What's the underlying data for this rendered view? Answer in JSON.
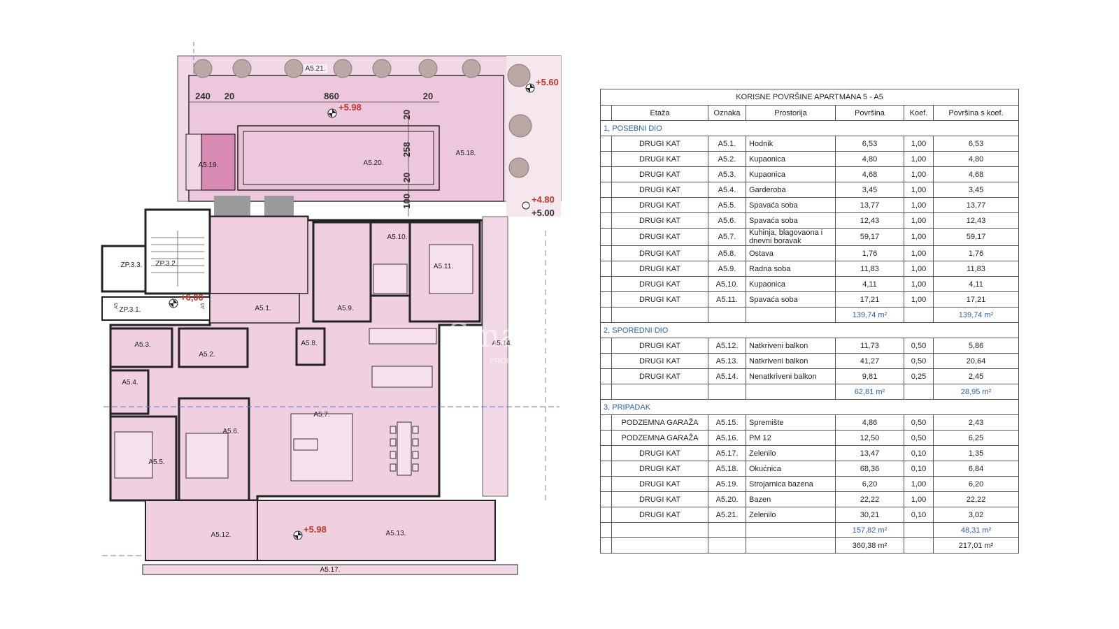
{
  "plan": {
    "rooms": [
      {
        "id": "A5.1.",
        "label": "A5.1."
      },
      {
        "id": "A5.2.",
        "label": "A5.2."
      },
      {
        "id": "A5.3.",
        "label": "A5.3."
      },
      {
        "id": "A5.4.",
        "label": "A5.4."
      },
      {
        "id": "A5.5.",
        "label": "A5.5."
      },
      {
        "id": "A5.6.",
        "label": "A5.6."
      },
      {
        "id": "A5.7.",
        "label": "A5.7."
      },
      {
        "id": "A5.8.",
        "label": "A5.8."
      },
      {
        "id": "A5.9.",
        "label": "A5.9."
      },
      {
        "id": "A5.10.",
        "label": "A5.10."
      },
      {
        "id": "A5.11.",
        "label": "A5.11."
      },
      {
        "id": "A5.12.",
        "label": "A5.12."
      },
      {
        "id": "A5.13.",
        "label": "A5.13."
      },
      {
        "id": "A5.14.",
        "label": "A5.14."
      },
      {
        "id": "A5.17.",
        "label": "A5.17."
      },
      {
        "id": "A5.18.",
        "label": "A5.18."
      },
      {
        "id": "A5.19.",
        "label": "A5.19."
      },
      {
        "id": "A5.20.",
        "label": "A5.20."
      },
      {
        "id": "A5.21.",
        "label": "A5.21."
      },
      {
        "id": "ZP.3.1.",
        "label": "ZP.3.1."
      },
      {
        "id": "ZP.3.2.",
        "label": "ZP.3.2."
      },
      {
        "id": "ZP.3.3.",
        "label": "ZP.3.3."
      }
    ],
    "dimensions": {
      "d240": "240",
      "d20a": "20",
      "d860": "860",
      "d20b": "20",
      "v20a": "20",
      "v258": "258",
      "v20b": "20",
      "v100": "100"
    },
    "elevations": {
      "e598_top": "+5.98",
      "e560": "+5.60",
      "e480": "+4.80",
      "e500": "+5.00",
      "e600": "+6,00",
      "e598_bottom": "+5.98"
    },
    "marks": {
      "a5_left": "A5",
      "a5_right": "A5"
    },
    "watermark": {
      "main": "Smart Invest",
      "sub": "PROPERTIES"
    }
  },
  "table": {
    "title": "KORISNE POVRŠINE APARTMANA 5 - A5",
    "headers": [
      "Etaža",
      "Oznaka",
      "Prostorija",
      "Površina",
      "Koef.",
      "Površina s koef."
    ],
    "sections": [
      {
        "name": "1, POSEBNI DIO",
        "rows": [
          [
            "DRUGI KAT",
            "A5.1.",
            "Hodnik",
            "6,53",
            "1,00",
            "6,53"
          ],
          [
            "DRUGI KAT",
            "A5.2.",
            "Kupaonica",
            "4,80",
            "1,00",
            "4,80"
          ],
          [
            "DRUGI KAT",
            "A5.3.",
            "Kupaonica",
            "4,68",
            "1,00",
            "4,68"
          ],
          [
            "DRUGI KAT",
            "A5.4.",
            "Garderoba",
            "3,45",
            "1,00",
            "3,45"
          ],
          [
            "DRUGI KAT",
            "A5.5.",
            "Spavaća soba",
            "13,77",
            "1,00",
            "13,77"
          ],
          [
            "DRUGI KAT",
            "A5.6.",
            "Spavaća soba",
            "12,43",
            "1,00",
            "12,43"
          ],
          [
            "DRUGI KAT",
            "A5.7.",
            "Kuhinja, blagovaona i dnevni boravak",
            "59,17",
            "1,00",
            "59,17"
          ],
          [
            "DRUGI KAT",
            "A5.8.",
            "Ostava",
            "1,76",
            "1,00",
            "1,76"
          ],
          [
            "DRUGI KAT",
            "A5.9.",
            "Radna soba",
            "11,83",
            "1,00",
            "11,83"
          ],
          [
            "DRUGI KAT",
            "A5.10.",
            "Kupaonica",
            "4,11",
            "1,00",
            "4,11"
          ],
          [
            "DRUGI KAT",
            "A5.11.",
            "Spavaća soba",
            "17,21",
            "1,00",
            "17,21"
          ]
        ],
        "total_area": "139,74 m²",
        "total_coef": "139,74 m²"
      },
      {
        "name": "2, SPOREDNI DIO",
        "rows": [
          [
            "DRUGI KAT",
            "A5.12.",
            "Natkriveni balkon",
            "11,73",
            "0,50",
            "5,86"
          ],
          [
            "DRUGI KAT",
            "A5.13.",
            "Natkriveni balkon",
            "41,27",
            "0,50",
            "20,64"
          ],
          [
            "DRUGI KAT",
            "A5.14.",
            "Nenatkriveni balkon",
            "9,81",
            "0,25",
            "2,45"
          ]
        ],
        "total_area": "62,81 m²",
        "total_coef": "28,95 m²"
      },
      {
        "name": "3, PRIPADAK",
        "rows": [
          [
            "PODZEMNA GARAŽA",
            "A5.15.",
            "Spremište",
            "4,86",
            "0,50",
            "2,43"
          ],
          [
            "PODZEMNA GARAŽA",
            "A5.16.",
            "PM 12",
            "12,50",
            "0,50",
            "6,25"
          ],
          [
            "DRUGI KAT",
            "A5.17.",
            "Zelenilo",
            "13,47",
            "0,10",
            "1,35"
          ],
          [
            "DRUGI KAT",
            "A5.18.",
            "Okućnica",
            "68,36",
            "0,10",
            "6,84"
          ],
          [
            "DRUGI KAT",
            "A5.19.",
            "Strojarnica bazena",
            "6,20",
            "1,00",
            "6,20"
          ],
          [
            "DRUGI KAT",
            "A5.20.",
            "Bazen",
            "22,22",
            "1,00",
            "22,22"
          ],
          [
            "DRUGI KAT",
            "A5.21.",
            "Zelenilo",
            "30,21",
            "0,10",
            "3,02"
          ]
        ],
        "total_area": "157,82 m²",
        "total_coef": "48,31 m²"
      }
    ],
    "grand_total_area": "360,38 m²",
    "grand_total_coef": "217,01 m²"
  }
}
